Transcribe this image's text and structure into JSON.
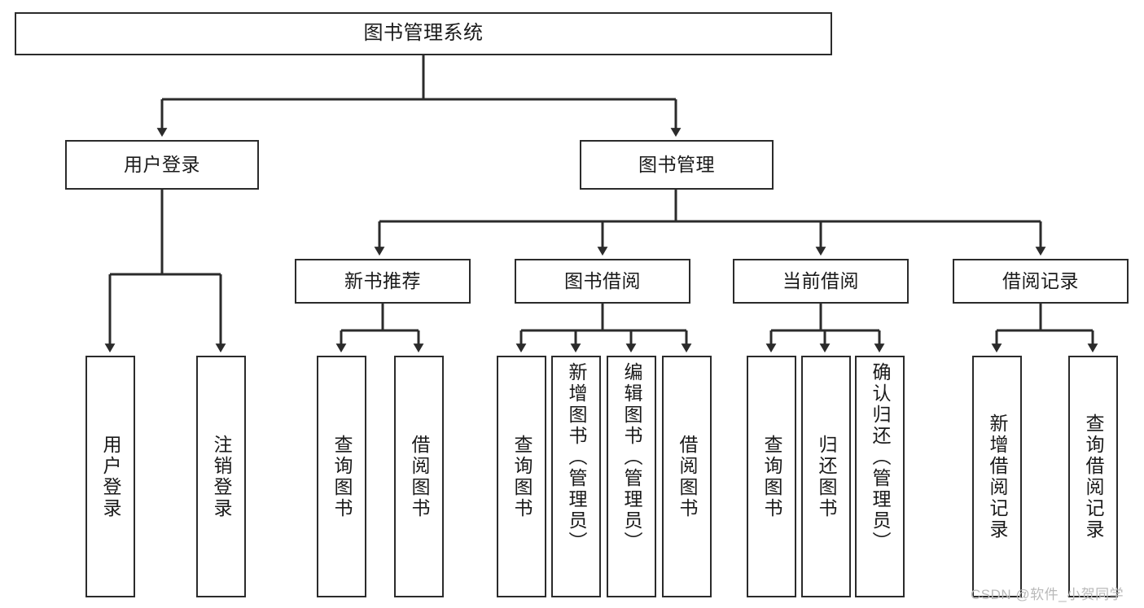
{
  "diagram": {
    "title": "图书管理系统",
    "type": "tree",
    "colors": {
      "stroke": "#2b2b2b",
      "node_fill": "#ffffff",
      "text": "#1a1a1a",
      "background": "#ffffff",
      "watermark": "#b9b9b9"
    },
    "nodes": {
      "root": {
        "label": "图书管理系统"
      },
      "level2": [
        {
          "id": "user-login",
          "label": "用户登录"
        },
        {
          "id": "book-management",
          "label": "图书管理"
        }
      ],
      "level3": [
        {
          "id": "new-book-recommend",
          "label": "新书推荐"
        },
        {
          "id": "book-borrow",
          "label": "图书借阅"
        },
        {
          "id": "current-borrow",
          "label": "当前借阅"
        },
        {
          "id": "borrow-record",
          "label": "借阅记录"
        }
      ],
      "leaves": [
        {
          "id": "leaf-user-login",
          "label": "用户登录",
          "parent": "user-login"
        },
        {
          "id": "leaf-user-logout",
          "label": "注销登录",
          "parent": "user-login"
        },
        {
          "id": "leaf-query-book-1",
          "label": "查询图书",
          "parent": "new-book-recommend"
        },
        {
          "id": "leaf-borrow-book-1",
          "label": "借阅图书",
          "parent": "new-book-recommend"
        },
        {
          "id": "leaf-query-book-2",
          "label": "查询图书",
          "parent": "book-borrow"
        },
        {
          "id": "leaf-add-book",
          "label": "新增图书（管理员）",
          "parent": "book-borrow"
        },
        {
          "id": "leaf-edit-book",
          "label": "编辑图书（管理员）",
          "parent": "book-borrow"
        },
        {
          "id": "leaf-borrow-book-2",
          "label": "借阅图书",
          "parent": "book-borrow"
        },
        {
          "id": "leaf-query-book-3",
          "label": "查询图书",
          "parent": "current-borrow"
        },
        {
          "id": "leaf-return-book",
          "label": "归还图书",
          "parent": "current-borrow"
        },
        {
          "id": "leaf-confirm-return",
          "label": "确认归还（管理员）",
          "parent": "current-borrow"
        },
        {
          "id": "leaf-add-record",
          "label": "新增借阅记录",
          "parent": "borrow-record"
        },
        {
          "id": "leaf-query-record",
          "label": "查询借阅记录",
          "parent": "borrow-record"
        }
      ]
    },
    "watermark": "CSDN @软件_小贺同学"
  }
}
